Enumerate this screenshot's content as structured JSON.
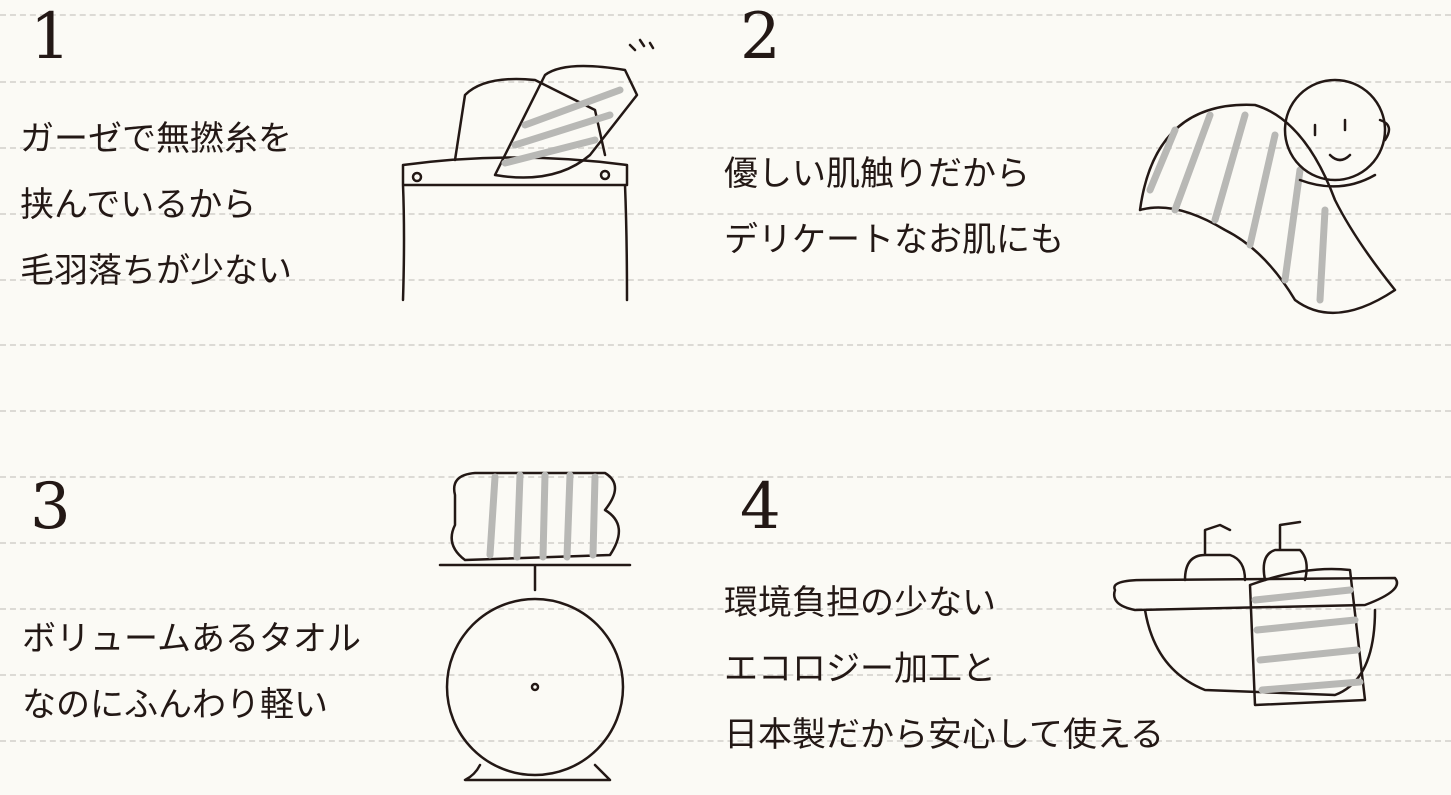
{
  "points": [
    {
      "number": "1",
      "lines": [
        "ガーゼで無撚糸を",
        "挟んでいるから",
        "毛羽落ちが少ない"
      ]
    },
    {
      "number": "2",
      "lines": [
        "優しい肌触りだから",
        "デリケートなお肌にも"
      ]
    },
    {
      "number": "3",
      "lines": [
        "ボリュームあるタオル",
        "なのにふんわり軽い"
      ]
    },
    {
      "number": "4",
      "lines": [
        "環境負担の少ない",
        "エコロジー加工と",
        "日本製だから安心して使える"
      ]
    }
  ]
}
